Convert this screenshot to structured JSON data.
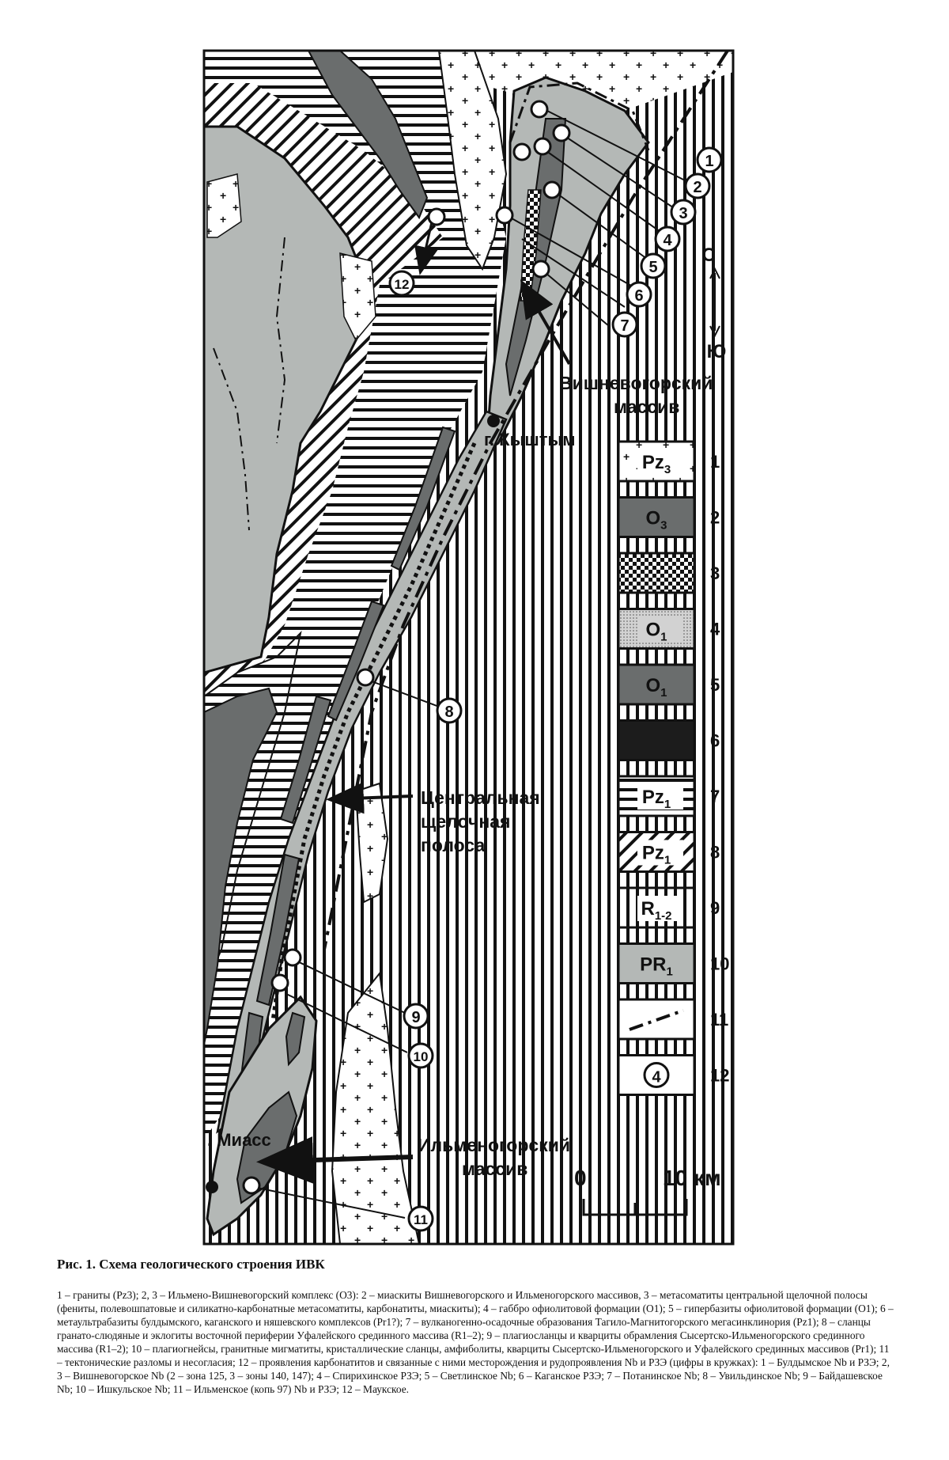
{
  "figure": {
    "title": "Рис. 1. Схема геологического строения ИВК",
    "caption": "1 – граниты (Pz3); 2, 3 – Ильмено-Вишневогорский комплекс (О3): 2 – миаскиты Вишневогорского и Ильменогорского массивов, 3 – метасоматиты центральной щелочной полосы (фениты, полевошпатовые и силикатно-карбонатные метасоматиты, карбонатиты, миаскиты); 4 – габбро офиолитовой формации (О1); 5 – гипербазиты офиолитовой формации (О1); 6 – метаультрабазиты булдымского, каганского и няшевского комплексов (Pr1?); 7 – вулканогенно-осадочные образования Тагило-Магнитогорского мегасинклинория (Pz1); 8 – сланцы гранато-слюдяные и эклогиты восточной периферии Уфалейского срединного массива (R1–2); 9 – плагиосланцы и кварциты обрамления Сысертско-Ильменогорского срединного массива (R1–2); 10 – плагиогнейсы, гранитные мигматиты, кристаллические сланцы, амфиболиты, кварциты Сысертско-Ильменогорского и Уфалейского срединных массивов (Pr1); 11 – тектонические разломы и несогласия; 12 – проявления карбонатитов и связанные с ними месторождения и рудопроявления Nb и РЗЭ (цифры в кружках): 1 – Булдымское Nb и РЗЭ; 2, 3 – Вишневогорское Nb (2 – зона 125, 3 – зоны 140, 147); 4 – Спирихинское РЗЭ; 5 – Светлинское Nb; 6 – Каганское РЗЭ; 7 – Потанинское Nb; 8 – Увильдинское Nb; 9 – Байдашевское Nb; 10 – Ишкульское Nb; 11 – Ильменское (копь 97) Nb и РЗЭ; 12 – Маукское."
  },
  "map": {
    "labels": {
      "vishnevogorsky": [
        "Вишневогорский",
        "массив"
      ],
      "kyshtym": "г. Кыштым",
      "central_belt": [
        "Центральная",
        "щелочная",
        "полоса"
      ],
      "miass": ". Миасс",
      "ilmenogorsky": [
        "Ильменогорский",
        "массив"
      ]
    },
    "north_arrow": {
      "north": "С",
      "south": "Ю"
    },
    "scale_bar": {
      "start": "0",
      "end": "10 км"
    },
    "sites": [
      "1",
      "2",
      "3",
      "4",
      "5",
      "6",
      "7",
      "8",
      "9",
      "10",
      "11",
      "12"
    ]
  },
  "legend": {
    "items": [
      {
        "num": "1",
        "symbol": "Pz",
        "sub": "3",
        "style": "granite"
      },
      {
        "num": "2",
        "symbol": "O",
        "sub": "3",
        "style": "dark-gray"
      },
      {
        "num": "3",
        "symbol": "",
        "sub": "",
        "style": "checker"
      },
      {
        "num": "4",
        "symbol": "O",
        "sub": "1",
        "style": "dotted"
      },
      {
        "num": "5",
        "symbol": "O",
        "sub": "1",
        "style": "dark-gray"
      },
      {
        "num": "6",
        "symbol": "",
        "sub": "",
        "style": "black"
      },
      {
        "num": "7",
        "symbol": "Pz",
        "sub": "1",
        "style": "horizontal"
      },
      {
        "num": "8",
        "symbol": "Pz",
        "sub": "1",
        "style": "diagonal"
      },
      {
        "num": "9",
        "symbol": "R",
        "sub": "1-2",
        "style": "vertical"
      },
      {
        "num": "10",
        "symbol": "PR",
        "sub": "1",
        "style": "light-gray"
      },
      {
        "num": "11",
        "symbol": "",
        "sub": "",
        "style": "fault-line"
      },
      {
        "num": "12",
        "symbol": "4",
        "sub": "",
        "style": "circle-number"
      }
    ]
  },
  "colors": {
    "light_gray": "#b4b8b6",
    "dark_gray": "#6a6d6d",
    "black": "#1c1c1c",
    "stipple": "#d2d2d2"
  }
}
